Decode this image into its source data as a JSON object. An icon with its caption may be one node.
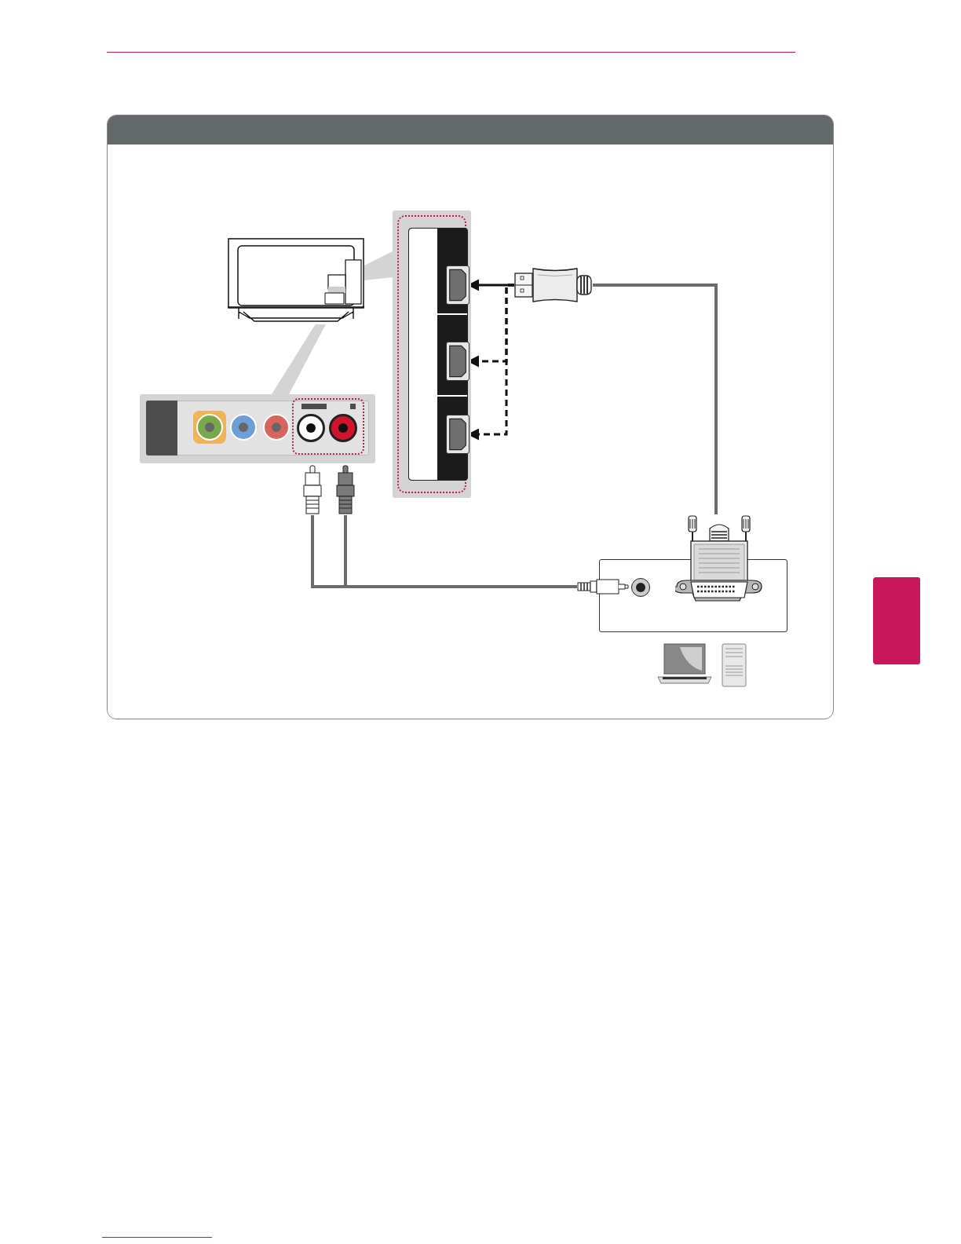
{
  "diagram": {
    "nodes": [
      {
        "text": [],
        "shape": "picture"
      },
      {
        "text": [],
        "shape": "box"
      },
      {
        "text": [],
        "shape": "box",
        "in": 1
      },
      {
        "text": [],
        "shape": "box",
        "in": 1
      },
      {
        "text": [],
        "shape": "box",
        "in": 1
      },
      {
        "text": [],
        "shape": "box"
      },
      {
        "text": [],
        "shape": "picture"
      },
      {
        "text": [],
        "shape": "picture"
      },
      {
        "text": [],
        "shape": "box"
      },
      {
        "text": [],
        "shape": "picture"
      },
      {
        "text": [],
        "shape": "picture"
      },
      {
        "text": [],
        "shape": "picture"
      },
      {
        "text": [],
        "shape": "box"
      },
      {
        "text": [],
        "shape": "callout"
      },
      {
        "text": [],
        "shape": "callout"
      }
    ],
    "edges": [
      {
        "from": 6,
        "to": 2,
        "arrow": "to"
      },
      {
        "from": 6,
        "to": 3,
        "arrow": "to",
        "style": "dashed"
      },
      {
        "from": 6,
        "to": 4,
        "arrow": "to",
        "style": "dashed"
      },
      {
        "from": 6,
        "to": 7,
        "arrow": "none",
        "color": "#6b6b6b"
      },
      {
        "from": 10,
        "to": 9,
        "arrow": "none",
        "color": "#6b6b6b"
      },
      {
        "from": 11,
        "to": 9,
        "arrow": "none",
        "color": "#6b6b6b"
      }
    ]
  }
}
